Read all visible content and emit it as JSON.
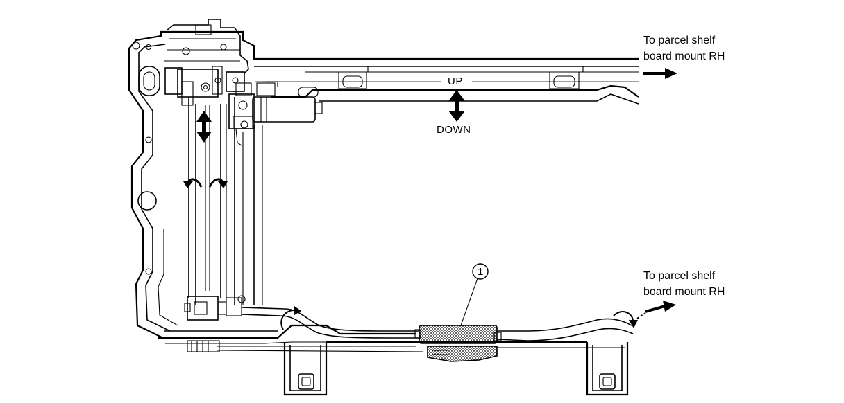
{
  "labels": {
    "top_callout_line1": "To parcel shelf",
    "top_callout_line2": "board mount RH",
    "bottom_callout_line1": "To parcel shelf",
    "bottom_callout_line2": "board mount RH",
    "up": "UP",
    "down": "DOWN",
    "part_number": "1"
  },
  "colors": {
    "line": "#000000",
    "background": "#ffffff",
    "shaded_part": "#9a9a9a"
  },
  "icons": [
    "arrow-right-icon",
    "double-arrow-vertical-icon",
    "curved-arrow-icon"
  ]
}
